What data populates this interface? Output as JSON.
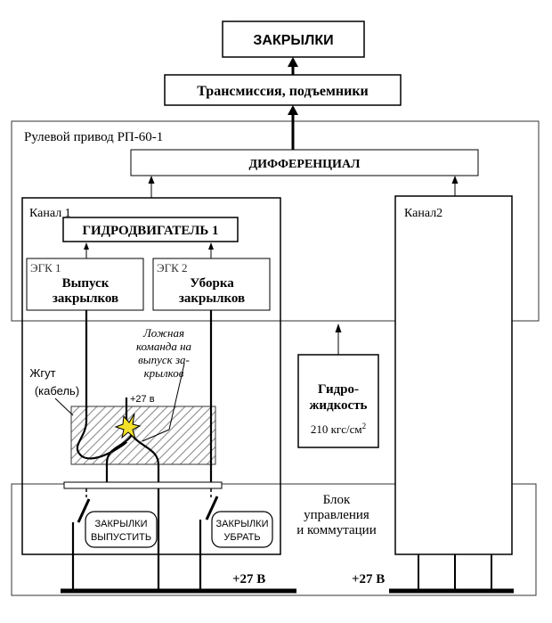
{
  "blocks": {
    "flaps": "ЗАКРЫЛКИ",
    "transmission": "Трансмиссия, подъемники",
    "steering_drive": "Рулевой привод РП-60-1",
    "differential": "ДИФФЕРЕНЦИАЛ",
    "channel1": "Канал 1",
    "channel2": "Канал2",
    "hydromotor": "ГИДРОДВИГАТЕЛЬ 1",
    "egk1": {
      "label": "ЭГК 1",
      "line1": "Выпуск",
      "line2": "закрылков"
    },
    "egk2": {
      "label": "ЭГК 2",
      "line1": "Уборка",
      "line2": "закрылков"
    },
    "hydro_fluid": {
      "line1": "Гидро-",
      "line2": "жидкость",
      "pressure": "210 кгс/см",
      "sup": "2"
    },
    "control_unit": [
      "Блок",
      "управления",
      "и коммутации"
    ]
  },
  "annotations": {
    "false_command": [
      "Ложная",
      "команда  на",
      "выпуск за-",
      "крылков"
    ],
    "harness": [
      "Жгут",
      "(кабель)"
    ],
    "plus27_small": "+27 в"
  },
  "switches": {
    "extend": [
      "ЗАКРЫЛКИ",
      "ВЫПУСТИТЬ"
    ],
    "retract": [
      "ЗАКРЫЛКИ",
      "УБРАТЬ"
    ]
  },
  "power": {
    "left": "+27 В",
    "right": "+27 В"
  }
}
